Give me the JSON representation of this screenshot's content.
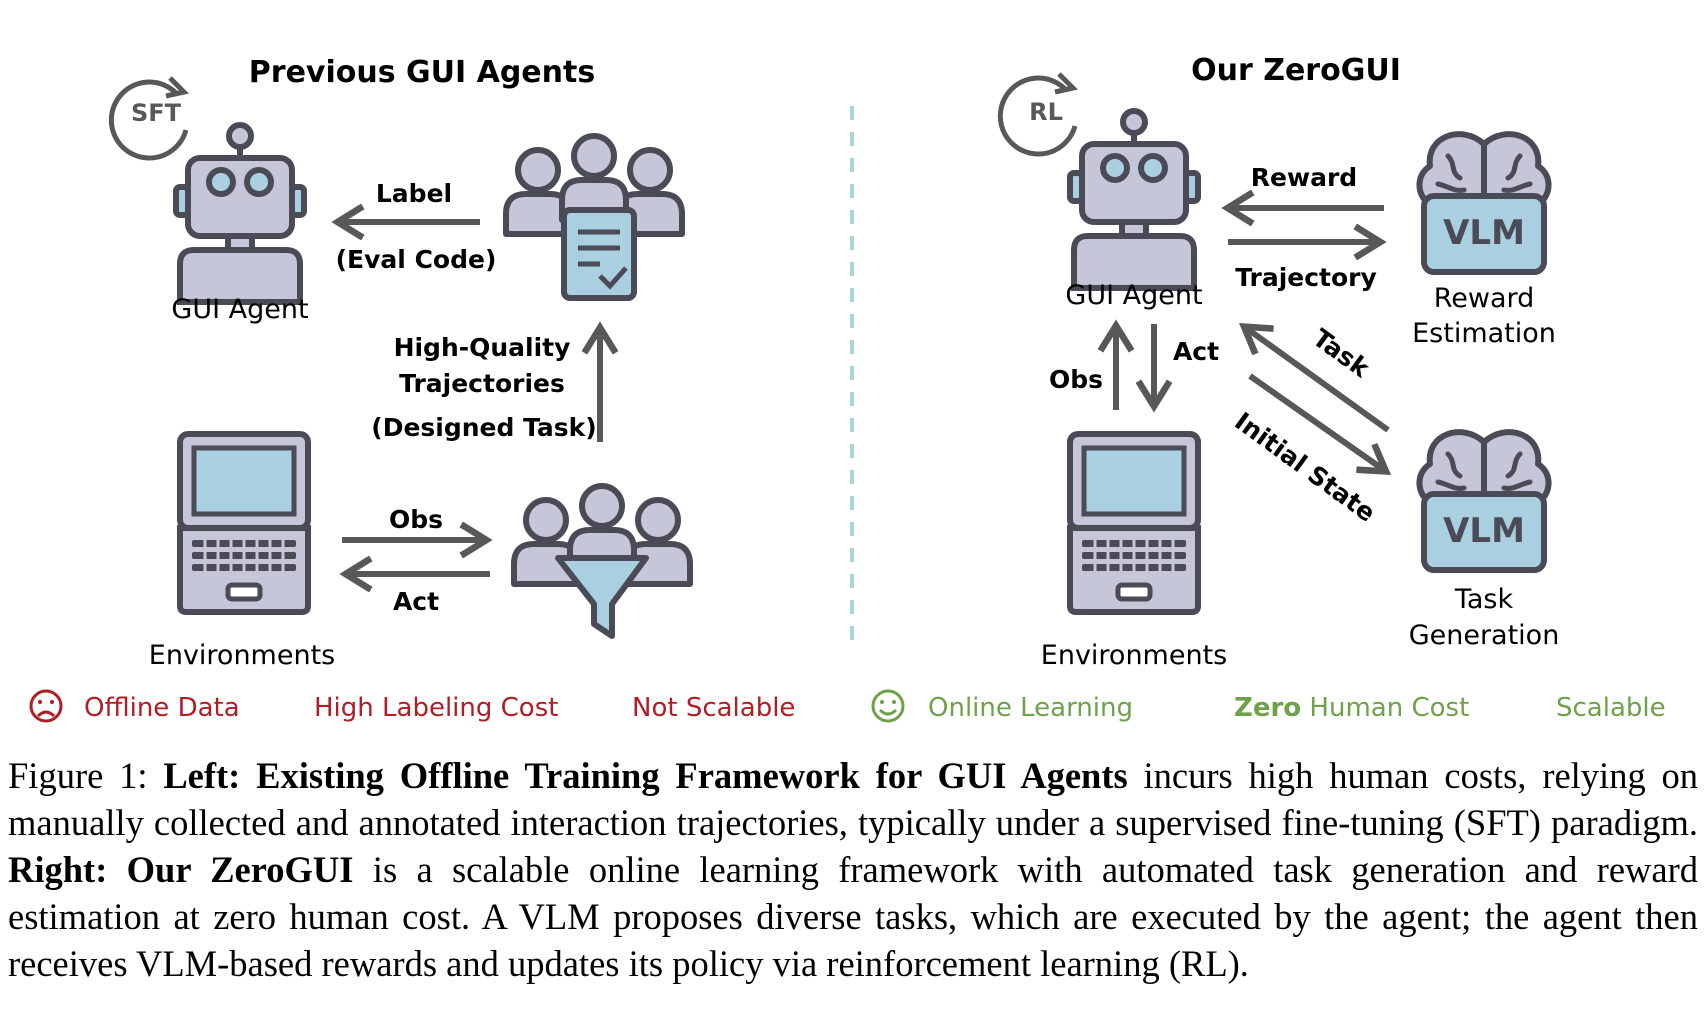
{
  "figure": {
    "left": {
      "title": "Previous GUI Agents",
      "cycle_label": "SFT",
      "agent_label": "GUI Agent",
      "arrow_label_1": "Label",
      "arrow_label_2": "(Eval Code)",
      "traj_1": "High-Quality",
      "traj_2": "Trajectories",
      "traj_3": "(Designed Task)",
      "obs": "Obs",
      "act": "Act",
      "env_label": "Environments"
    },
    "right": {
      "title": "Our ZeroGUI",
      "cycle_label": "RL",
      "agent_label": "GUI Agent",
      "reward": "Reward",
      "trajectory": "Trajectory",
      "vlm_top": "VLM",
      "reward_est_1": "Reward",
      "reward_est_2": "Estimation",
      "task": "Task",
      "initial_state": "Initial State",
      "obs": "Obs",
      "act": "Act",
      "vlm_bottom": "VLM",
      "task_gen_1": "Task",
      "task_gen_2": "Generation",
      "env_label": "Environments"
    },
    "bottom_left": {
      "item_1": "Offline Data",
      "item_2": "High Labeling Cost",
      "item_3": "Not Scalable"
    },
    "bottom_right": {
      "item_1": "Online Learning",
      "item_2_bold": "Zero",
      "item_2_rest": " Human Cost",
      "item_3": "Scalable"
    },
    "colors": {
      "icon_fill": "#c5c7d8",
      "icon_stroke": "#4b4b57",
      "screen_fill": "#a9cfe0",
      "negative": "#b01e25",
      "positive": "#6fa14a",
      "divider": "#a7d4dd"
    }
  },
  "caption": {
    "label": "Figure 1: ",
    "left_bold": "Left: Existing Offline Training Framework for GUI Agents",
    "left_text": " incurs high human costs, relying on manually collected and annotated interaction trajectories, typically under a supervised fine-tuning (SFT) paradigm. ",
    "right_bold": "Right: Our ZeroGUI",
    "right_text": " is a scalable online learning framework with automated task generation and reward estimation at zero human cost. A VLM proposes diverse tasks, which are executed by the agent; the agent then receives VLM-based rewards and updates its policy via reinforcement learning (RL)."
  }
}
